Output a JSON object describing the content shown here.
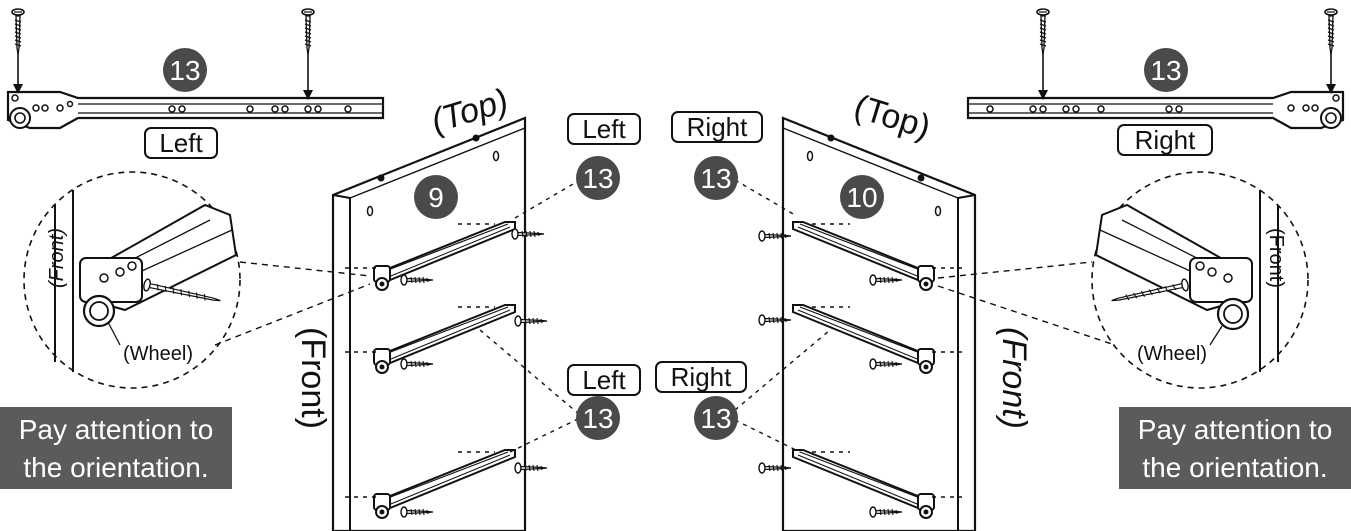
{
  "labels": {
    "part_number": "13",
    "left_panel_number": "9",
    "right_panel_number": "10",
    "left": "Left",
    "right": "Right",
    "top": "(Top)",
    "front": "(Front)",
    "wheel": "(Wheel)",
    "note_line1": "Pay attention to",
    "note_line2": "the orientation."
  },
  "colors": {
    "badge_fill": "#4a4a4a",
    "note_fill": "#5b5b5b",
    "line": "#1a1a1a"
  },
  "icons": [
    "screw-icon",
    "drawer-runner-icon",
    "wheel-icon"
  ]
}
